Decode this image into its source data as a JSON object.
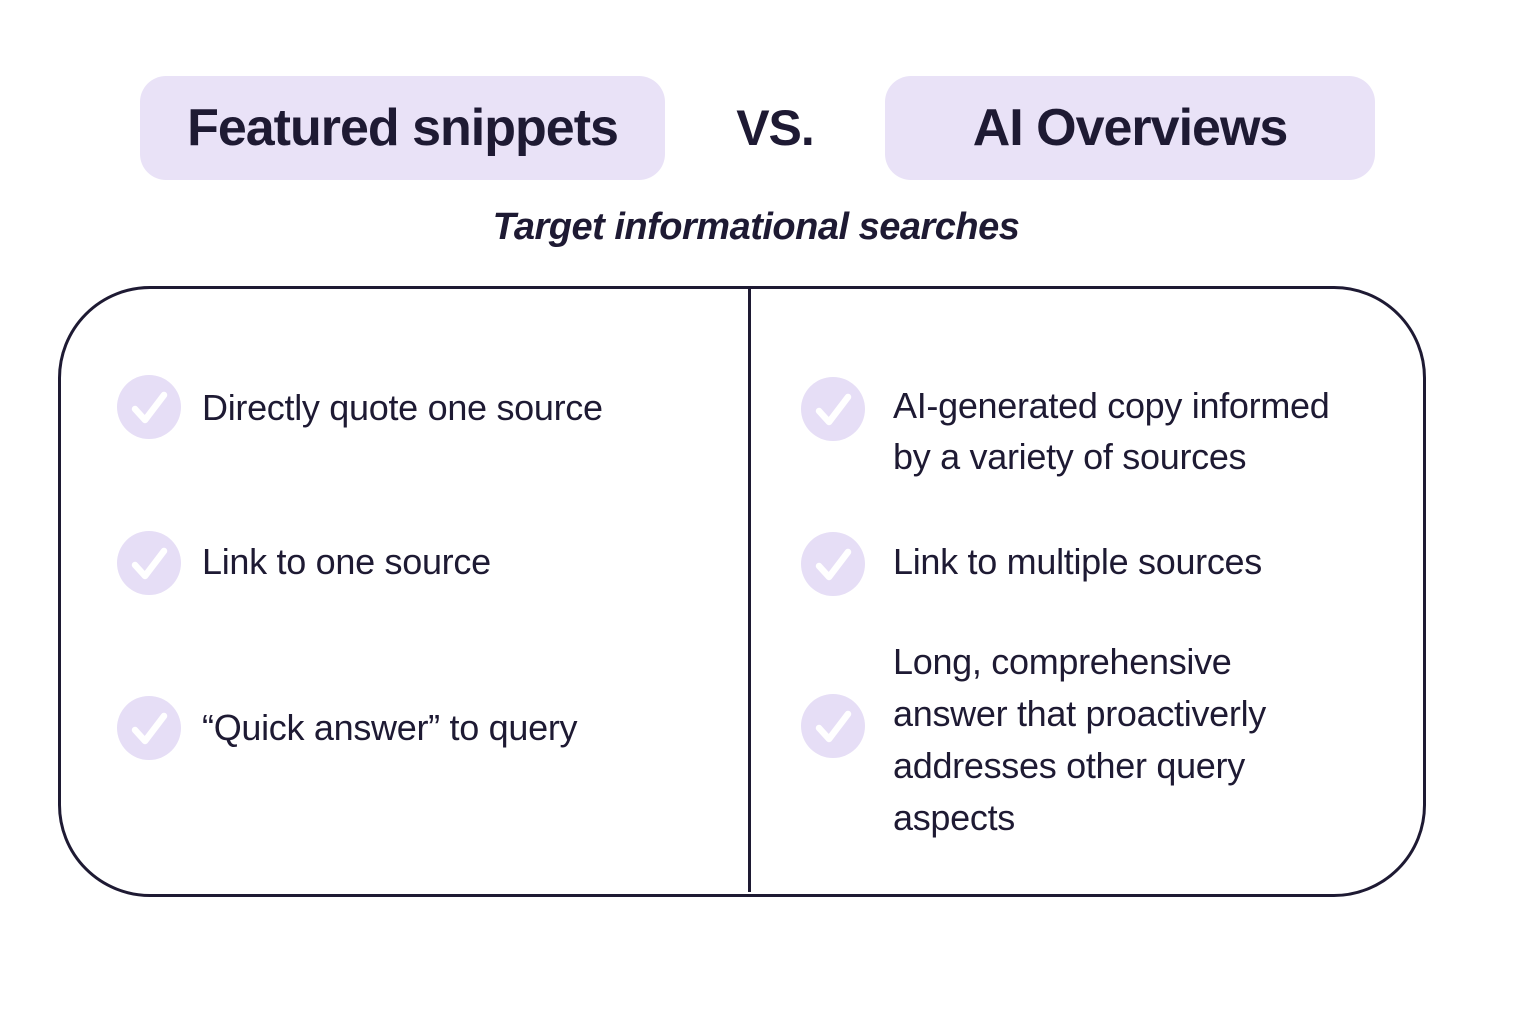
{
  "header": {
    "left_chip": "Featured snippets",
    "vs_label": "VS.",
    "right_chip": "AI Overviews",
    "subtitle": "Target informational searches"
  },
  "colors": {
    "ink": "#1e1a33",
    "chip_bg": "#e9e2f7",
    "check_circle_bg": "#e6def6",
    "check_mark": "#ffffff",
    "background": "#ffffff"
  },
  "icons": {
    "check": "checkmark-icon"
  },
  "comparison": {
    "left": {
      "items": [
        {
          "text": "Directly quote one source"
        },
        {
          "text": "Link to one source"
        },
        {
          "text": "“Quick answer” to query"
        }
      ]
    },
    "right": {
      "items": [
        {
          "text": "AI-generated copy informed\nby a variety of sources"
        },
        {
          "text": "Link to multiple sources"
        },
        {
          "text": "Long, comprehensive\nanswer that proactiverly\naddresses other query\naspects"
        }
      ]
    }
  }
}
